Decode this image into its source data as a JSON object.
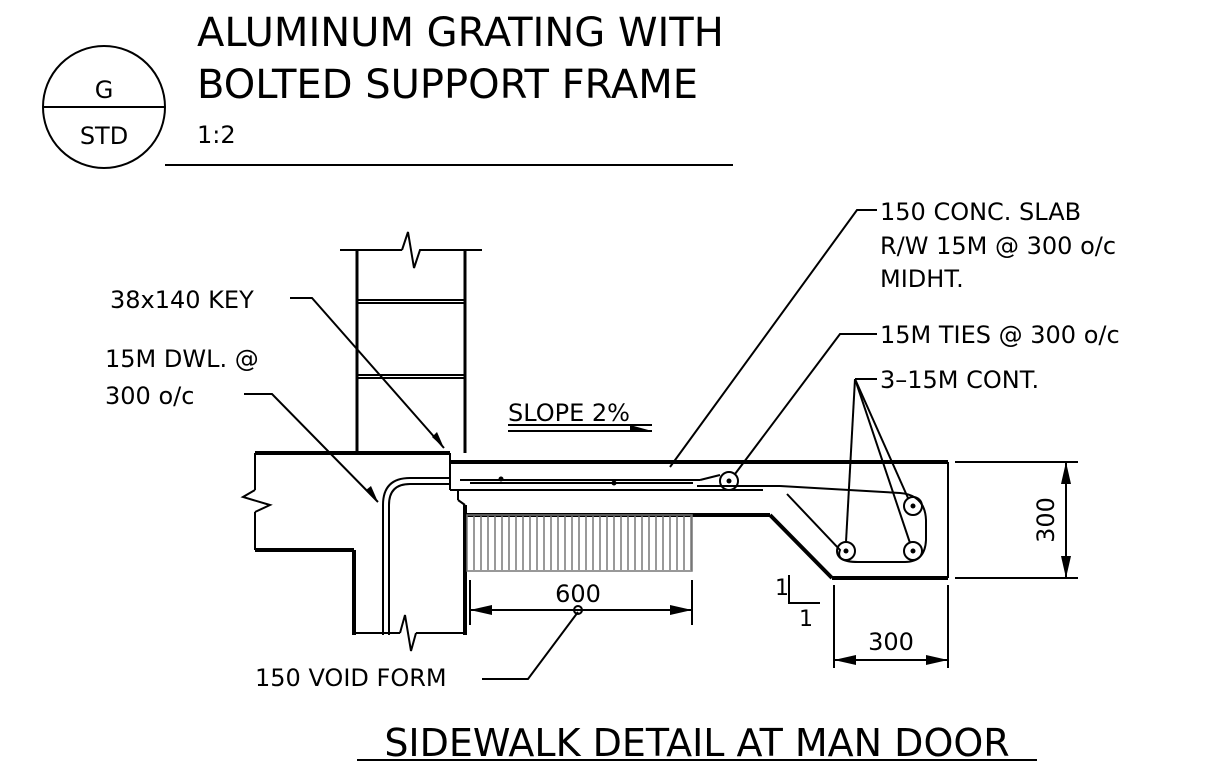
{
  "title_block": {
    "callout_top": "G",
    "callout_bottom": "STD",
    "title_line1": "ALUMINUM GRATING WITH",
    "title_line2": "BOLTED SUPPORT FRAME",
    "scale": "1:2"
  },
  "labels": {
    "key": "38x140 KEY",
    "dowel_line1": "15M DWL. @",
    "dowel_line2": "300 o/c",
    "slope": "SLOPE 2%",
    "slab_line1": "150 CONC. SLAB",
    "slab_line2": "R/W 15M @ 300 o/c",
    "slab_line3": "MIDHT.",
    "ties": "15M TIES @ 300 o/c",
    "cont": "3–15M CONT.",
    "void_form": "150 VOID FORM",
    "slope_rise": "1",
    "slope_run": "1"
  },
  "dimensions": {
    "width_600": "600",
    "depth_300": "300",
    "width_300": "300"
  },
  "detail_title": "SIDEWALK DETAIL AT MAN DOOR"
}
